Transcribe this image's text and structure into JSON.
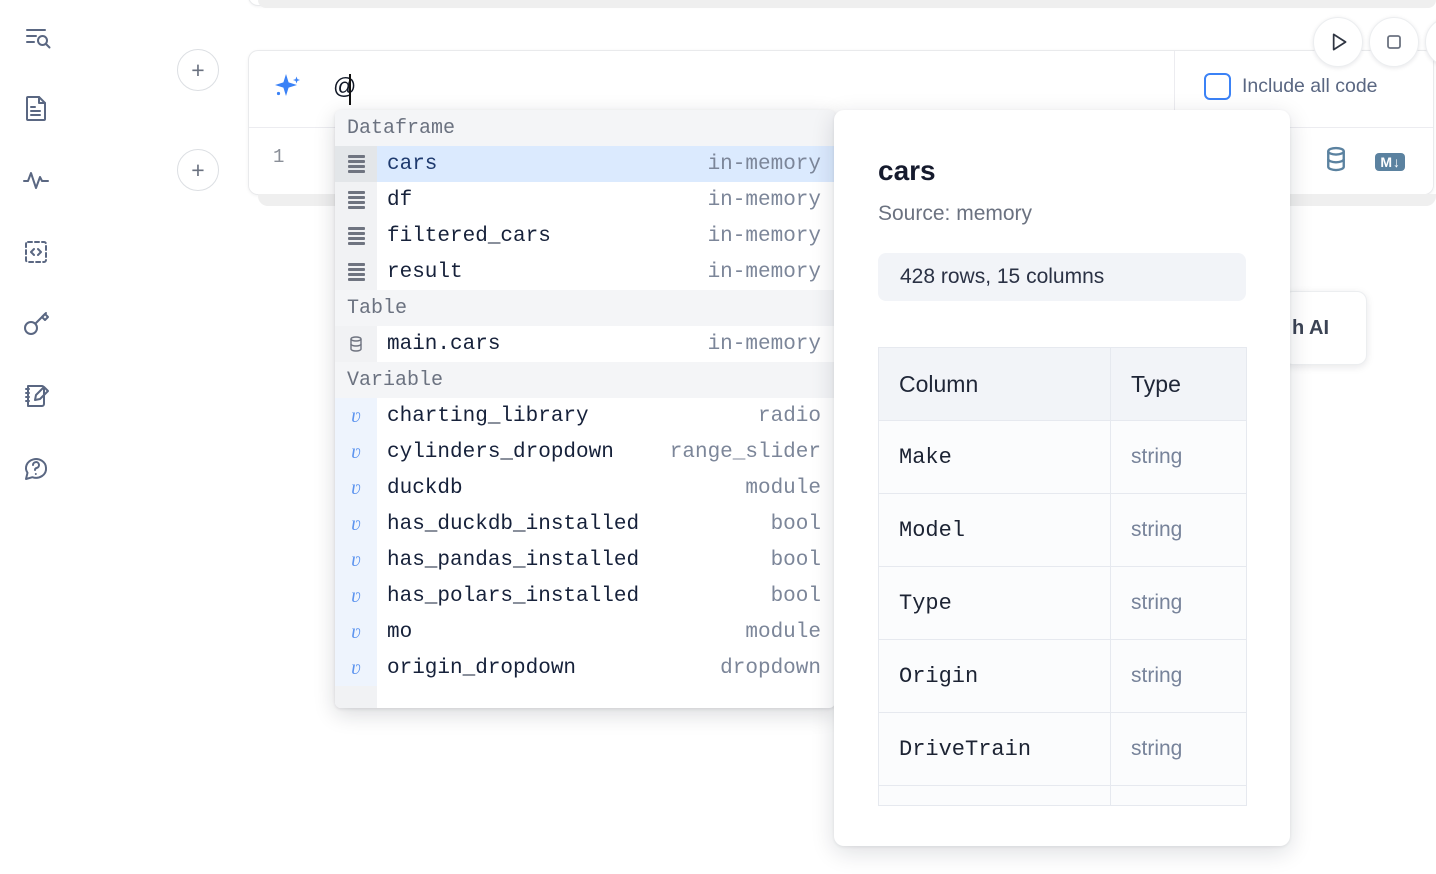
{
  "sidebar": {
    "items": [
      {
        "name": "outline-search-icon",
        "label": "Outline / search"
      },
      {
        "name": "file-document-icon",
        "label": "Notebook file"
      },
      {
        "name": "activity-pulse-icon",
        "label": "Activity"
      },
      {
        "name": "code-snippet-icon",
        "label": "Snippets"
      },
      {
        "name": "key-icon",
        "label": "Secrets"
      },
      {
        "name": "scratchpad-edit-icon",
        "label": "Scratchpad"
      },
      {
        "name": "help-chat-icon",
        "label": "Help"
      }
    ]
  },
  "toolbar": {
    "run_label": "Run",
    "stop_label": "Stop"
  },
  "ai_cell": {
    "prompt_value": "@",
    "prompt_placeholder": "",
    "include_all_code_label": "Include all code",
    "include_all_code_checked": false,
    "line_number": "1",
    "database_icon_label": "Database",
    "markdown_icon_label": "M",
    "markdown_icon_arrow": "↓"
  },
  "ai_float": {
    "label": "h AI"
  },
  "autocomplete": {
    "groups": [
      {
        "label": "Dataframe",
        "items": [
          {
            "icon": "table-rows-icon",
            "name": "cars",
            "type": "in-memory",
            "selected": true
          },
          {
            "icon": "table-rows-icon",
            "name": "df",
            "type": "in-memory",
            "selected": false
          },
          {
            "icon": "table-rows-icon",
            "name": "filtered_cars",
            "type": "in-memory",
            "selected": false
          },
          {
            "icon": "table-rows-icon",
            "name": "result",
            "type": "in-memory",
            "selected": false
          }
        ]
      },
      {
        "label": "Table",
        "items": [
          {
            "icon": "database-icon",
            "name": "main.cars",
            "type": "in-memory",
            "selected": false
          }
        ]
      },
      {
        "label": "Variable",
        "items": [
          {
            "icon": "variable-icon",
            "name": "charting_library",
            "type": "radio",
            "selected": false
          },
          {
            "icon": "variable-icon",
            "name": "cylinders_dropdown",
            "type": "range_slider",
            "selected": false
          },
          {
            "icon": "variable-icon",
            "name": "duckdb",
            "type": "module",
            "selected": false
          },
          {
            "icon": "variable-icon",
            "name": "has_duckdb_installed",
            "type": "bool",
            "selected": false
          },
          {
            "icon": "variable-icon",
            "name": "has_pandas_installed",
            "type": "bool",
            "selected": false
          },
          {
            "icon": "variable-icon",
            "name": "has_polars_installed",
            "type": "bool",
            "selected": false
          },
          {
            "icon": "variable-icon",
            "name": "mo",
            "type": "module",
            "selected": false
          },
          {
            "icon": "variable-icon",
            "name": "origin_dropdown",
            "type": "dropdown",
            "selected": false
          }
        ]
      }
    ]
  },
  "detail": {
    "title": "cars",
    "source": "Source: memory",
    "shape": "428 rows, 15 columns",
    "columns_header": "Column",
    "type_header": "Type",
    "rows": [
      {
        "column": "Make",
        "type": "string"
      },
      {
        "column": "Model",
        "type": "string"
      },
      {
        "column": "Type",
        "type": "string"
      },
      {
        "column": "Origin",
        "type": "string"
      },
      {
        "column": "DriveTrain",
        "type": "string"
      }
    ]
  },
  "colors": {
    "accent": "#3b82f6",
    "selection": "#dbeafe",
    "gutter": "#f1f2f4",
    "icon": "#5a6782",
    "db_icon": "#5b82a0"
  }
}
